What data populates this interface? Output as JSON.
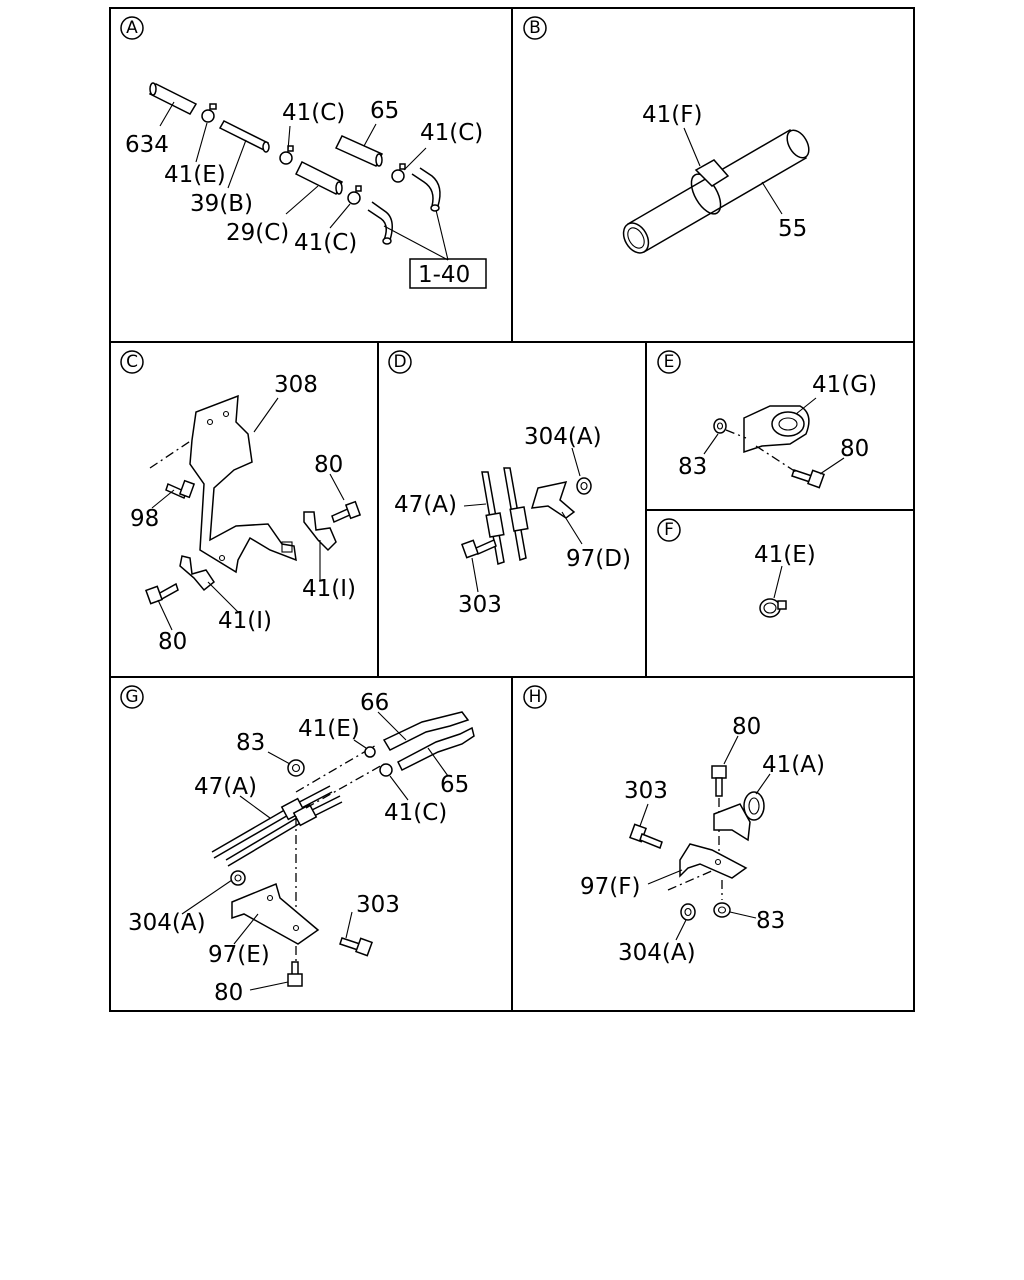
{
  "panels": [
    {
      "letter": "A",
      "labels": [
        "634",
        "41(E)",
        "39(B)",
        "29(C)",
        "41(C)",
        "41(C)",
        "65",
        "41(C)",
        "1-40"
      ]
    },
    {
      "letter": "B",
      "labels": [
        "41(F)",
        "55"
      ]
    },
    {
      "letter": "C",
      "labels": [
        "308",
        "98",
        "80",
        "41(I)",
        "41(I)",
        "80"
      ]
    },
    {
      "letter": "D",
      "labels": [
        "304(A)",
        "47(A)",
        "97(D)",
        "303"
      ]
    },
    {
      "letter": "E",
      "labels": [
        "41(G)",
        "83",
        "80"
      ]
    },
    {
      "letter": "F",
      "labels": [
        "41(E)"
      ]
    },
    {
      "letter": "G",
      "labels": [
        "66",
        "83",
        "41(E)",
        "47(A)",
        "65",
        "41(C)",
        "304(A)",
        "303",
        "97(E)",
        "80"
      ]
    },
    {
      "letter": "H",
      "labels": [
        "80",
        "41(A)",
        "303",
        "97(F)",
        "304(A)",
        "83"
      ]
    }
  ]
}
